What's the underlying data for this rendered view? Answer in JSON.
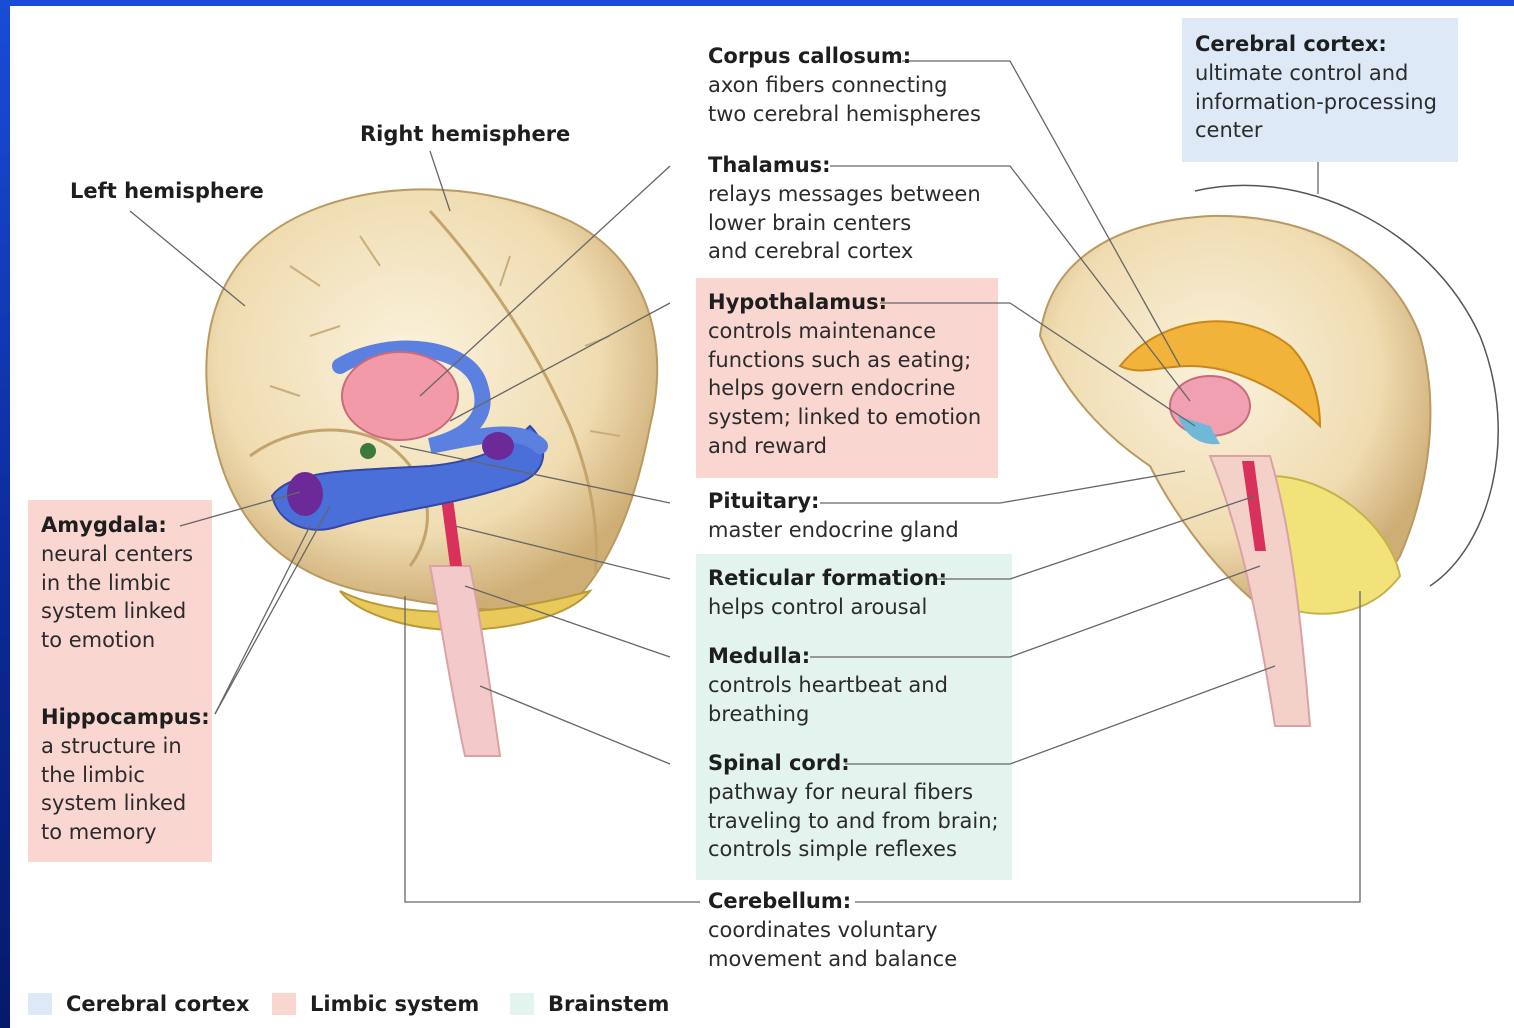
{
  "colors": {
    "cerebral_cortex": "#dde9f7",
    "limbic_system": "#f9d6cf",
    "brainstem": "#e3f3ee",
    "frame": "#1a4cd8"
  },
  "hemispheres": {
    "left": "Left hemisphere",
    "right": "Right hemisphere"
  },
  "labels": {
    "corpus_callosum": {
      "title": "Corpus callosum:",
      "desc": "axon fibers connecting\ntwo cerebral hemispheres"
    },
    "cerebral_cortex": {
      "title": "Cerebral cortex:",
      "desc": "ultimate control and\ninformation-processing\ncenter"
    },
    "thalamus": {
      "title": "Thalamus:",
      "desc": "relays messages between\nlower brain centers\nand cerebral cortex"
    },
    "hypothalamus": {
      "title": "Hypothalamus:",
      "desc": "controls maintenance\nfunctions such as eating;\nhelps govern endocrine\nsystem; linked to emotion\nand reward"
    },
    "pituitary": {
      "title": "Pituitary:",
      "desc": "master endocrine gland"
    },
    "reticular_formation": {
      "title": "Reticular formation:",
      "desc": "helps control arousal"
    },
    "medulla": {
      "title": "Medulla:",
      "desc": "controls heartbeat and\nbreathing"
    },
    "spinal_cord": {
      "title": "Spinal cord:",
      "desc": "pathway for neural fibers\ntraveling to and from brain;\ncontrols simple reflexes"
    },
    "cerebellum": {
      "title": "Cerebellum:",
      "desc": "coordinates voluntary\nmovement and balance"
    },
    "amygdala": {
      "title": "Amygdala:",
      "desc": "neural centers\nin the limbic\nsystem linked\nto emotion"
    },
    "hippocampus": {
      "title": "Hippocampus:",
      "desc": "a structure in\nthe limbic\nsystem linked\nto memory"
    }
  },
  "legend": [
    {
      "label": "Cerebral cortex",
      "color": "#dde9f7"
    },
    {
      "label": "Limbic system",
      "color": "#f9d6cf"
    },
    {
      "label": "Brainstem",
      "color": "#e3f3ee"
    }
  ]
}
